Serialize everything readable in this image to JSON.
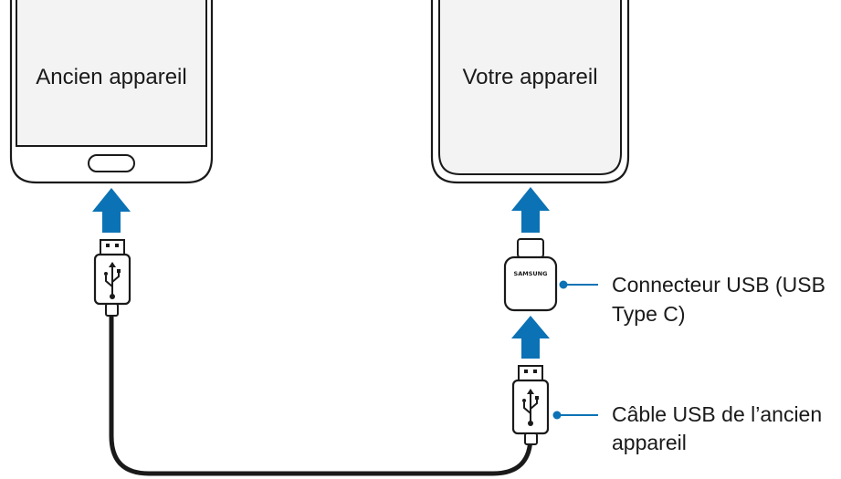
{
  "old_device": {
    "label": "Ancien appareil"
  },
  "new_device": {
    "label": "Votre appareil"
  },
  "connector": {
    "brand": "SAMSUNG"
  },
  "callouts": {
    "connector": {
      "line1": "Connecteur USB (USB",
      "line2": "Type C)"
    },
    "cable": {
      "line1": "Câble USB de l’ancien",
      "line2": "appareil"
    }
  },
  "colors": {
    "arrow": "#0b72b5",
    "callout_dot": "#0b72b5",
    "line": "#1a1a1a",
    "screen_fill": "#f3f3f3"
  },
  "icons": [
    "up-arrow-icon",
    "usb-symbol-icon"
  ]
}
